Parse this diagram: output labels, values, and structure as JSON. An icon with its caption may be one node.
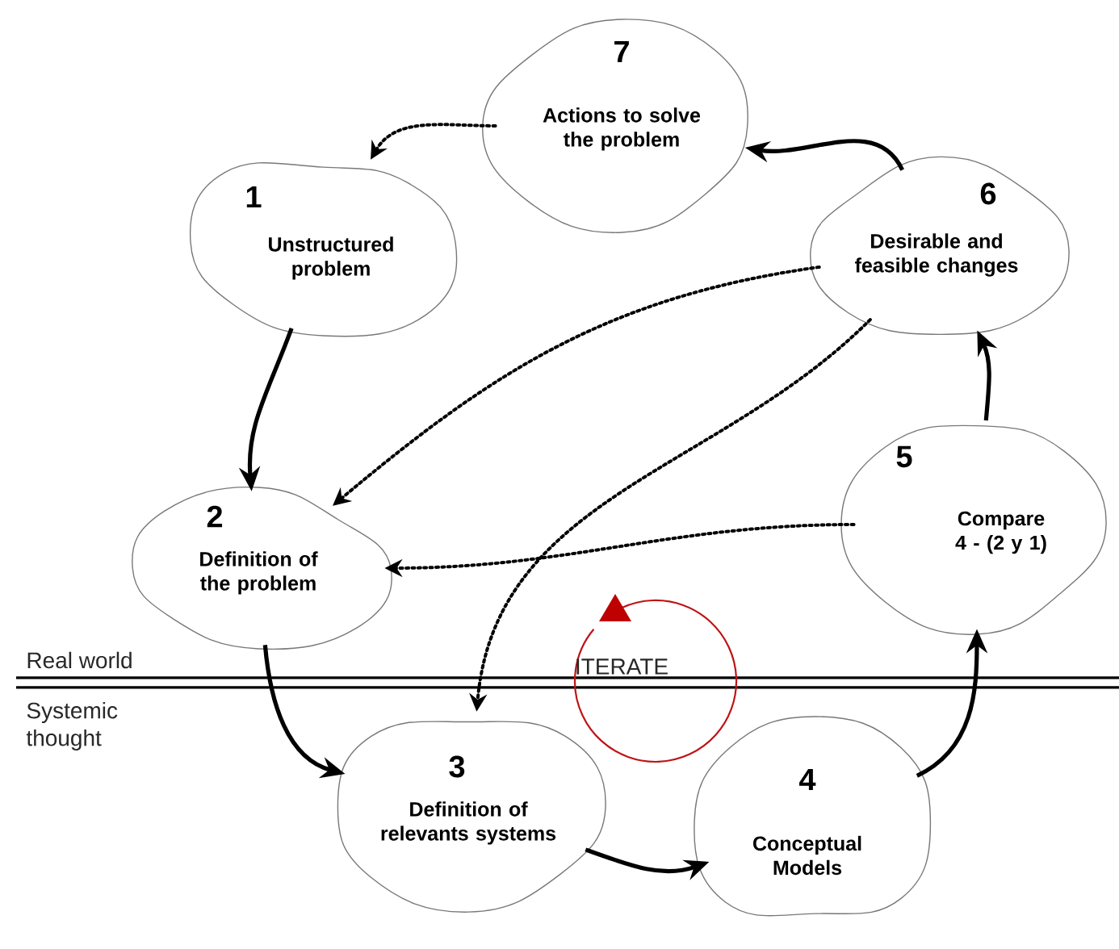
{
  "diagram": {
    "nodes": [
      {
        "text": [
          "1",
          "Unstructured problem"
        ]
      },
      {
        "text": [
          "2",
          "Definition of the problem"
        ]
      },
      {
        "text": [
          "3",
          "Definition of relevants systems"
        ]
      },
      {
        "text": [
          "4",
          "Conceptual Models"
        ]
      },
      {
        "text": [
          "5",
          "Compare 4 - (2 y 1)"
        ]
      },
      {
        "text": [
          "6",
          "Desirable and feasible changes"
        ]
      },
      {
        "text": [
          "7",
          "Actions to solve the problem"
        ]
      }
    ],
    "edges": [
      {
        "from": 0,
        "to": 1,
        "arrow": "to"
      },
      {
        "from": 1,
        "to": 2,
        "arrow": "to"
      },
      {
        "from": 2,
        "to": 3,
        "arrow": "to"
      },
      {
        "from": 3,
        "to": 4,
        "arrow": "to"
      },
      {
        "from": 4,
        "to": 5,
        "arrow": "to"
      },
      {
        "from": 5,
        "to": 6,
        "arrow": "to"
      },
      {
        "from": 6,
        "to": 0,
        "arrow": "to",
        "style": "dashed"
      },
      {
        "from": 5,
        "to": 1,
        "arrow": "to",
        "style": "dashed"
      },
      {
        "from": 5,
        "to": 2,
        "arrow": "to",
        "style": "dashed"
      },
      {
        "from": 4,
        "to": 1,
        "arrow": "to",
        "style": "dashed"
      }
    ],
    "labels": [
      "Real world",
      "Systemic thought",
      "ITERATE"
    ]
  }
}
